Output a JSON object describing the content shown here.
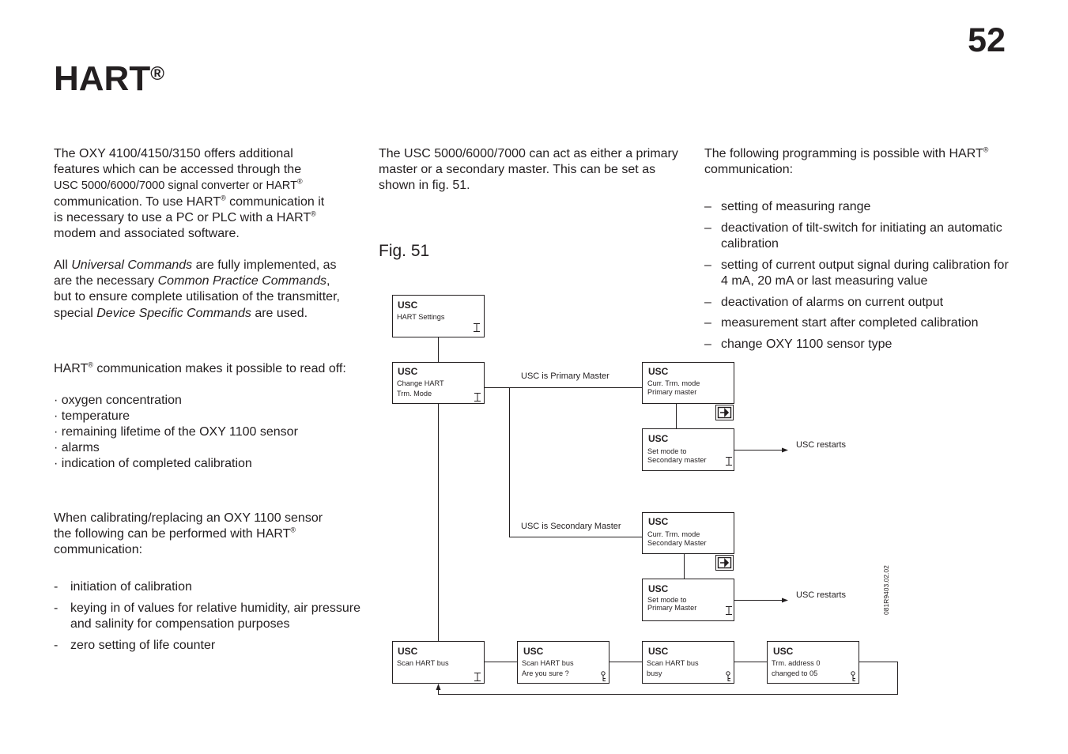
{
  "page_number": "52",
  "title": {
    "text": "HART",
    "mark": "®"
  },
  "column1": {
    "intro": {
      "l1": "The OXY 4100/4150/3150 offers additional",
      "l2": "features which can be accessed through the",
      "l3": "USC 5000/6000/7000 signal converter or HART",
      "l4": "communication. To use HART",
      "l4b": " communication it",
      "l5": "is necessary to use a  PC or PLC with a HART",
      "l6": "modem and associated software."
    },
    "commands": {
      "a": "All ",
      "b": "Universal Commands",
      "c": " are fully implemented, as",
      "d": "are the necessary ",
      "e": "Common Practice Commands",
      "f": ",",
      "g": "but to ensure complete utilisation of the transmitter,",
      "h": "special ",
      "i": "Device Specific Commands",
      "j": " are used."
    },
    "readoff": {
      "a": "HART",
      "b": " communication makes it possible to read off:"
    },
    "readoff_items": [
      "· oxygen concentration",
      "· temperature",
      "· remaining lifetime of the OXY 1100 sensor",
      "· alarms",
      "· indication of completed calibration"
    ],
    "calib": {
      "l1": "When calibrating/replacing an OXY 1100 sensor",
      "l2": "the following can be performed with HART",
      "l3": "communication:"
    },
    "calib_items": [
      "initiation of calibration",
      "keying in of values for relative humidity, air pressure and salinity for compensation purposes",
      "zero setting of life counter"
    ],
    "calib_mark": "-"
  },
  "column2": {
    "l1": "The USC 5000/6000/7000 can act as either a primary",
    "l2": "master or a secondary master. This can be set as",
    "l3": "shown in fig. 51.",
    "fig_label": "Fig. 51"
  },
  "column3": {
    "intro": {
      "a": "The following programming is possible with HART",
      "b": "communication:"
    },
    "items": [
      "setting of measuring range",
      "deactivation of tilt-switch for initiating an automatic calibration",
      "setting of current output signal during calibration for 4 mA, 20 mA or last measuring value",
      "deactivation of alarms on current output",
      "measurement start after completed calibration",
      "change OXY 1100 sensor type"
    ],
    "mark": "–"
  },
  "diagram": {
    "boxes": {
      "hart_settings": {
        "title": "USC",
        "l1": "HART Settings",
        "l2": ""
      },
      "change_mode": {
        "title": "USC",
        "l1": "Change HART",
        "l2": "Trm. Mode"
      },
      "curr_primary": {
        "title": "USC",
        "l1": "Curr. Trm. mode",
        "l2": "Primary master"
      },
      "set_secondary": {
        "title": "USC",
        "l1": "Set mode to",
        "l2": "Secondary master"
      },
      "curr_secondary": {
        "title": "USC",
        "l1": "Curr. Trm. mode",
        "l2": "Secondary Master"
      },
      "set_primary": {
        "title": "USC",
        "l1": "Set mode to",
        "l2": "Primary Master"
      },
      "scan_bus": {
        "title": "USC",
        "l1": "Scan HART bus",
        "l2": ""
      },
      "scan_sure": {
        "title": "USC",
        "l1": "Scan HART bus",
        "l2": "Are you sure ?"
      },
      "scan_busy": {
        "title": "USC",
        "l1": "Scan HART bus",
        "l2": "busy"
      },
      "trm_address": {
        "title": "USC",
        "l1": "Trm. address 0",
        "l2": "changed to 05"
      }
    },
    "labels": {
      "primary_branch": "USC is Primary Master",
      "secondary_branch": "USC is Secondary Master",
      "restart_1": "USC restarts",
      "restart_2": "USC restarts",
      "doc_code": "081R9403.02.02"
    }
  }
}
